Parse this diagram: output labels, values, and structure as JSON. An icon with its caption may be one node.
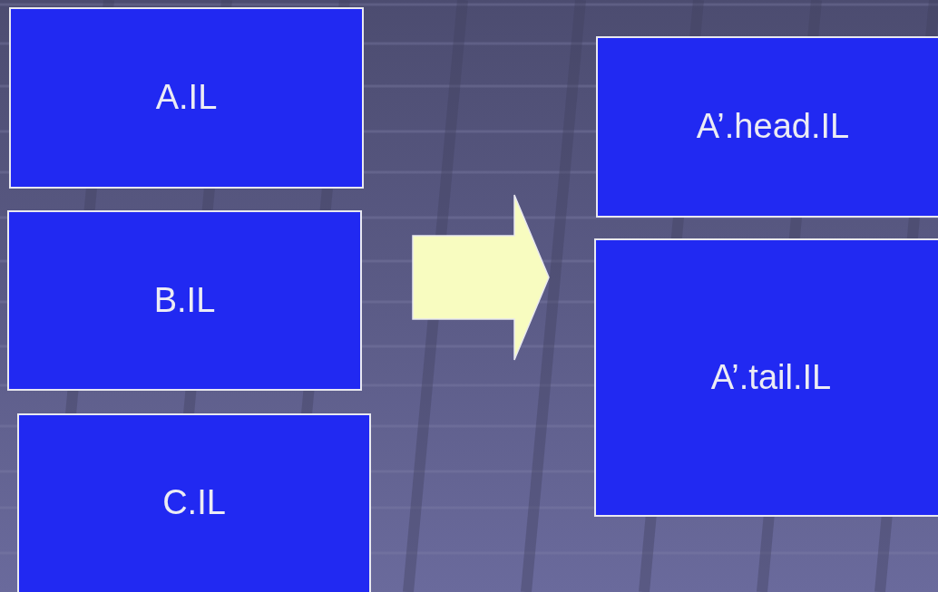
{
  "diagram": {
    "nodes": [
      {
        "text": [
          "A.IL"
        ]
      },
      {
        "text": [
          "B.IL"
        ]
      },
      {
        "text": [
          "C.IL"
        ]
      },
      {
        "text": [
          "A’.head.IL"
        ]
      },
      {
        "text": [
          "A’.tail.IL"
        ]
      }
    ],
    "edges": [
      {
        "from": 1,
        "to": 4,
        "arrow": "to"
      }
    ]
  }
}
